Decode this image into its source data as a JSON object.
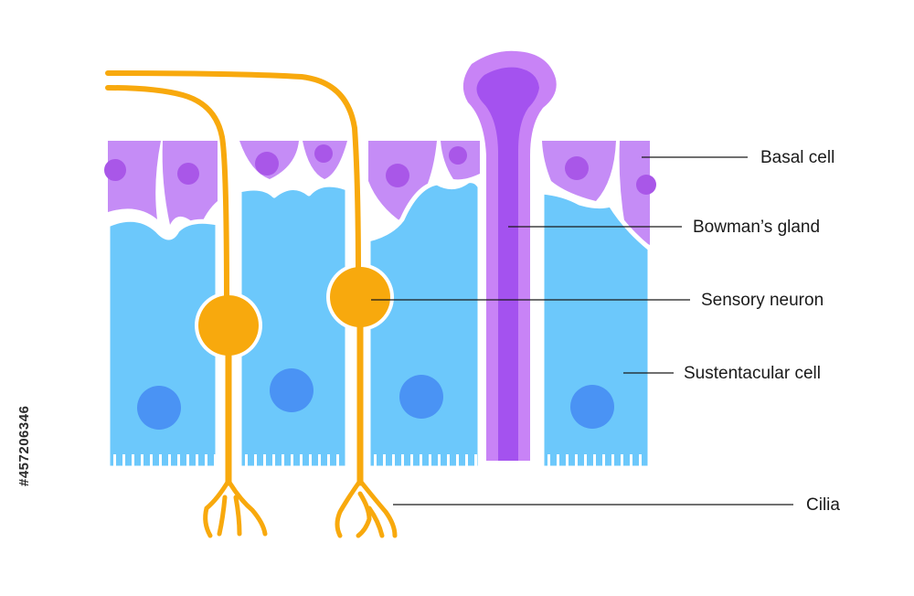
{
  "labels": {
    "basal_cell": "Basal cell",
    "bowmans_gland": "Bowman’s gland",
    "sensory_neuron": "Sensory neuron",
    "sustentacular_cell": "Sustentacular cell",
    "cilia": "Cilia"
  },
  "stock_id": "#457206346",
  "colors": {
    "sustentacular": "#6cc8fb",
    "nucleus_blue": "#4a93f4",
    "basal": "#c58cf6",
    "basal_nucleus": "#a957e8",
    "gland_outer": "#c883f6",
    "gland_inner": "#a452ef",
    "neuron": "#f8a90d",
    "leader_line": "#1a1a1a"
  }
}
